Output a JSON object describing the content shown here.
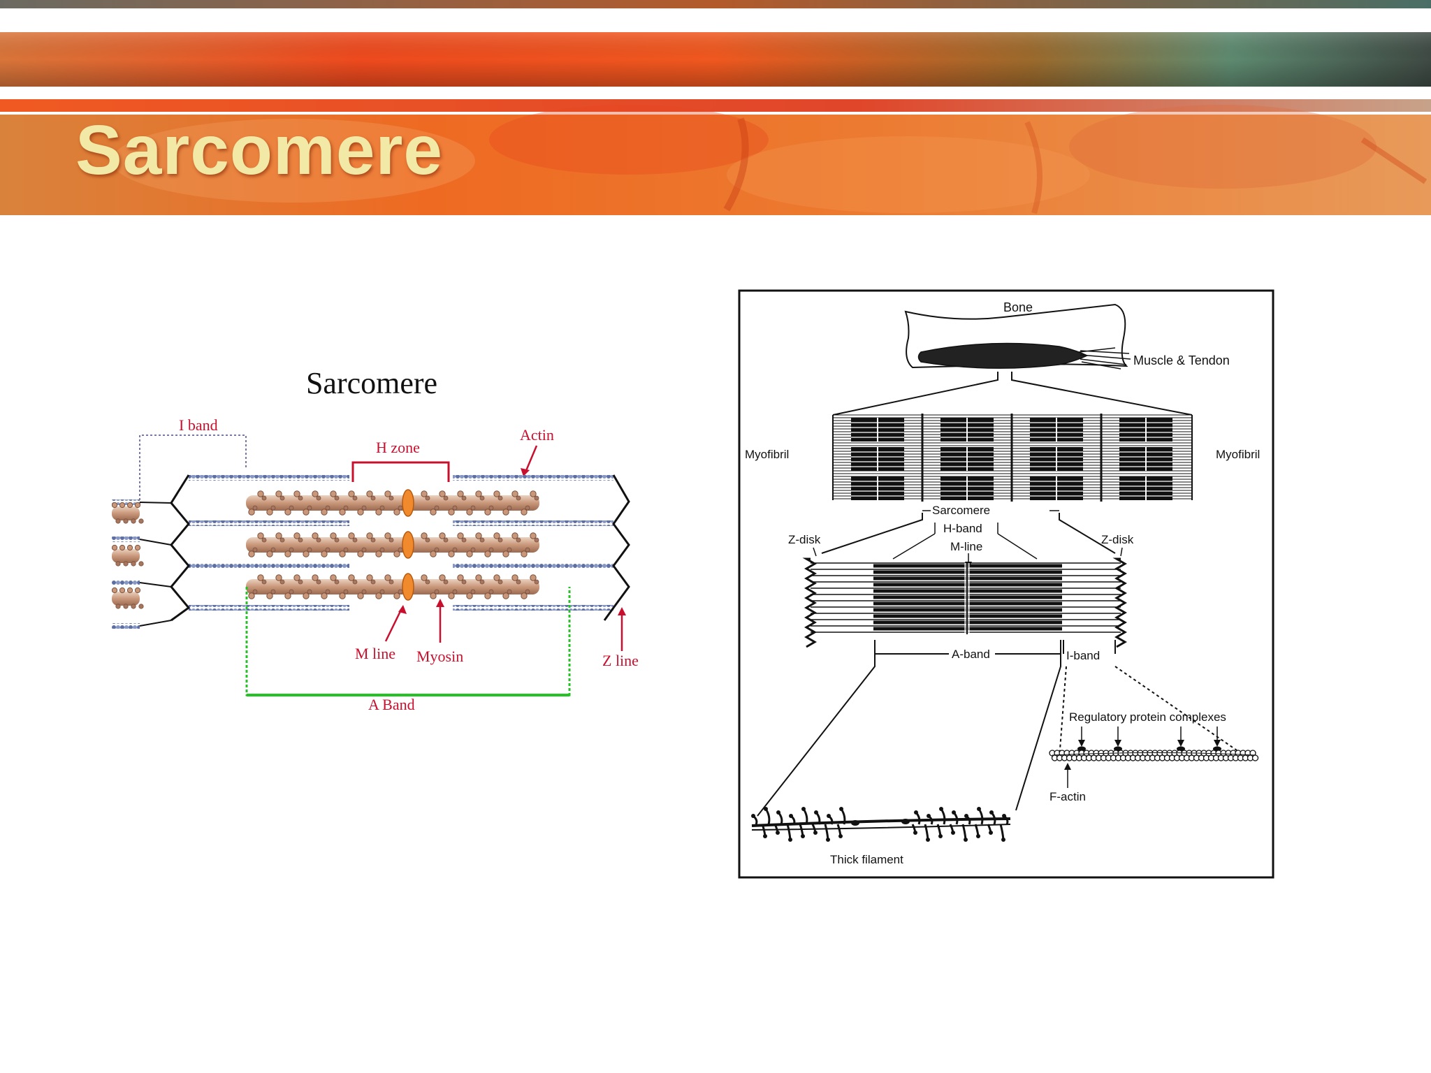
{
  "slide": {
    "title": "Sarcomere"
  },
  "left_diagram": {
    "title": "Sarcomere",
    "labels": {
      "i_band": "I band",
      "h_zone": "H zone",
      "actin": "Actin",
      "m_line": "M line",
      "myosin": "Myosin",
      "z_line": "Z line",
      "a_band": "A Band"
    },
    "colors": {
      "label_red": "#c8102e",
      "a_band_green": "#22c322",
      "myosin": "#c9977a",
      "actin": "#5d6fa3",
      "m_disc": "#f08a2c"
    }
  },
  "right_diagram": {
    "labels": {
      "bone": "Bone",
      "muscle_tendon": "Muscle & Tendon",
      "myofibril_left": "Myofibril",
      "myofibril_right": "Myofibril",
      "sarcomere": "Sarcomere",
      "h_band": "H-band",
      "m_line": "M-line",
      "z_disk_left": "Z-disk",
      "z_disk_right": "Z-disk",
      "a_band": "A-band",
      "i_band": "I-band",
      "regulatory": "Regulatory protein complexes",
      "f_actin": "F-actin",
      "thick_filament": "Thick filament"
    }
  }
}
